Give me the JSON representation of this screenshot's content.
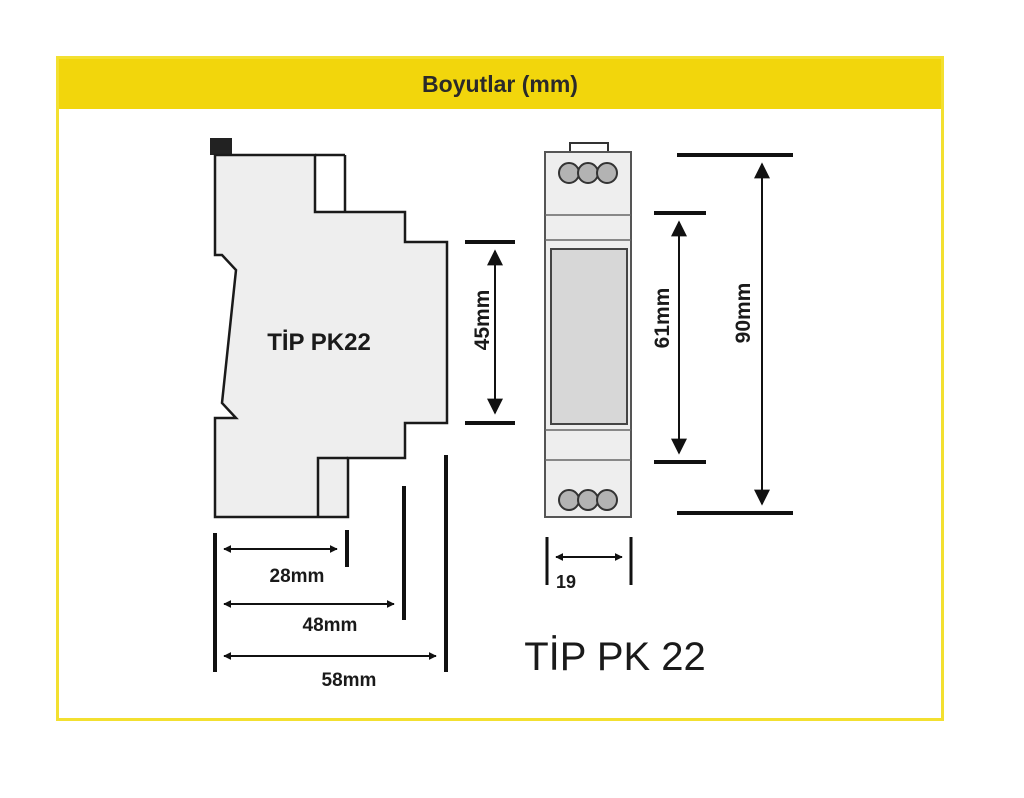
{
  "header": {
    "title": "Boyutlar (mm)"
  },
  "side_view": {
    "label": "TİP PK22"
  },
  "dimensions": {
    "width_28": "28mm",
    "width_48": "48mm",
    "width_58": "58mm",
    "height_45": "45mm",
    "height_61": "61mm",
    "height_90": "90mm",
    "front_width": "19"
  },
  "caption": "TİP PK 22"
}
